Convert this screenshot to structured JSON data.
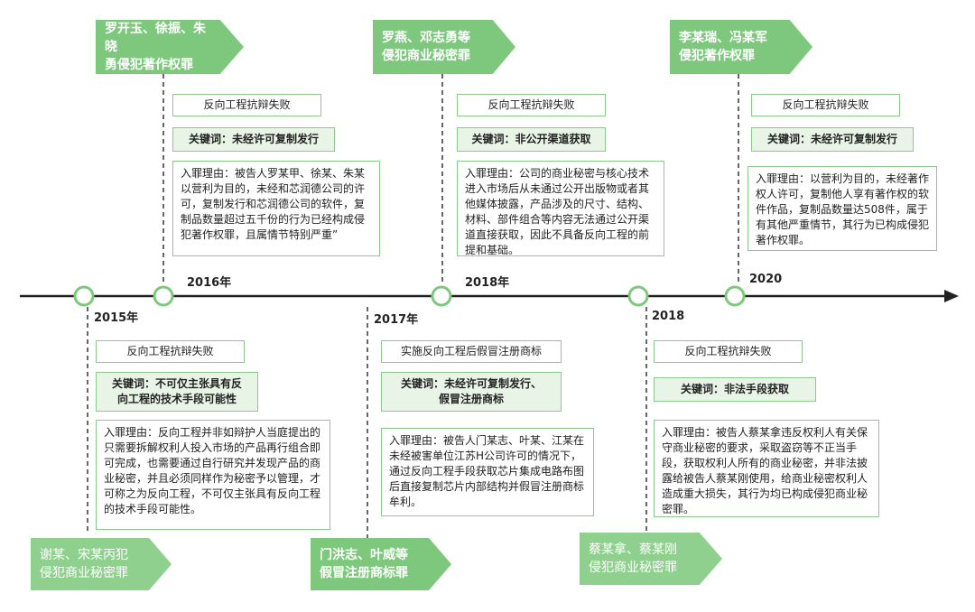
{
  "timeline": {
    "years": {
      "y2015": "2015年",
      "y2016": "2016年",
      "y2017": "2017年",
      "y2018a": "2018年",
      "y2018b": "2018",
      "y2020": "2020"
    }
  },
  "events": {
    "e2015": {
      "banner": "谢某、宋某丙犯\n侵犯商业秘密罪",
      "title": "反向工程抗辩失败",
      "keyword": "关键词：不可仅主张具有反\n向工程的技术手段可能性",
      "reason": "入罪理由：反向工程并非如辩护人当庭提出的只需要拆解权利人投入市场的产品再行组合即可完成，也需要通过自行研究并发现产品的商业秘密，并且必须同样作为秘密予以管理，才可称之为反向工程，不可仅主张具有反向工程的技术手段可能性。"
    },
    "e2016": {
      "banner": "罗开玉、徐振、朱晓\n勇侵犯著作权罪",
      "title": "反向工程抗辩失败",
      "keyword": "关键词：未经许可复制发行",
      "reason": "入罪理由：被告人罗某甲、徐某、朱某以营利为目的，未经和芯润德公司的许可，复制发行和芯润德公司的软件，复制品数量超过五千份的行为已经构成侵犯著作权罪，且属情节特别严重”"
    },
    "e2017": {
      "banner": "门洪志、叶威等\n假冒注册商标罪",
      "title": "实施反向工程后假冒注册商标",
      "keyword": "关键词：未经许可复制发行、\n假冒注册商标",
      "reason": "入罪理由：被告人门某志、叶某、江某在未经被害单位江苏H公司许可的情况下，通过反向工程手段获取芯片集成电路布图后直接复制芯片内部结构并假冒注册商标牟利。"
    },
    "e2018a": {
      "banner": "罗燕、邓志勇等\n侵犯商业秘密罪",
      "title": "反向工程抗辩失败",
      "keyword": "关键词：非公开渠道获取",
      "reason": "入罪理由：公司的商业秘密与核心技术进入市场后从未通过公开出版物或者其他媒体披露，产品涉及的尺寸、结构、材料、部件组合等内容无法通过公开渠道直接获取，因此不具备反向工程的前提和基础。"
    },
    "e2018b": {
      "banner": "蔡某拿、蔡某刚\n侵犯商业秘密罪",
      "title": "反向工程抗辩失败",
      "keyword": "关键词：非法手段获取",
      "reason": "入罪理由：被告人蔡某拿违反权利人有关保守商业秘密的要求，采取盗窃等不正当手段，获取权利人所有的商业秘密，并非法披露给被告人蔡某刚使用，给商业秘密权利人造成重大损失，其行为均已构成侵犯商业秘密罪。"
    },
    "e2020": {
      "banner": "李某瑞、冯某军\n侵犯著作权罪",
      "title": "反向工程抗辩失败",
      "keyword": "关键词：未经许可复制发行",
      "reason": "入罪理由：以营利为目的，未经著作权人许可，复制他人享有著作权的软件作品，复制品数量达508件，属于有其他严重情节，其行为已构成侵犯著作权罪。"
    }
  },
  "colors": {
    "accent": "#7dc87d",
    "box_border": "#8cc98c",
    "keyword_bg": "#e8f5e6",
    "axis": "#222222"
  }
}
